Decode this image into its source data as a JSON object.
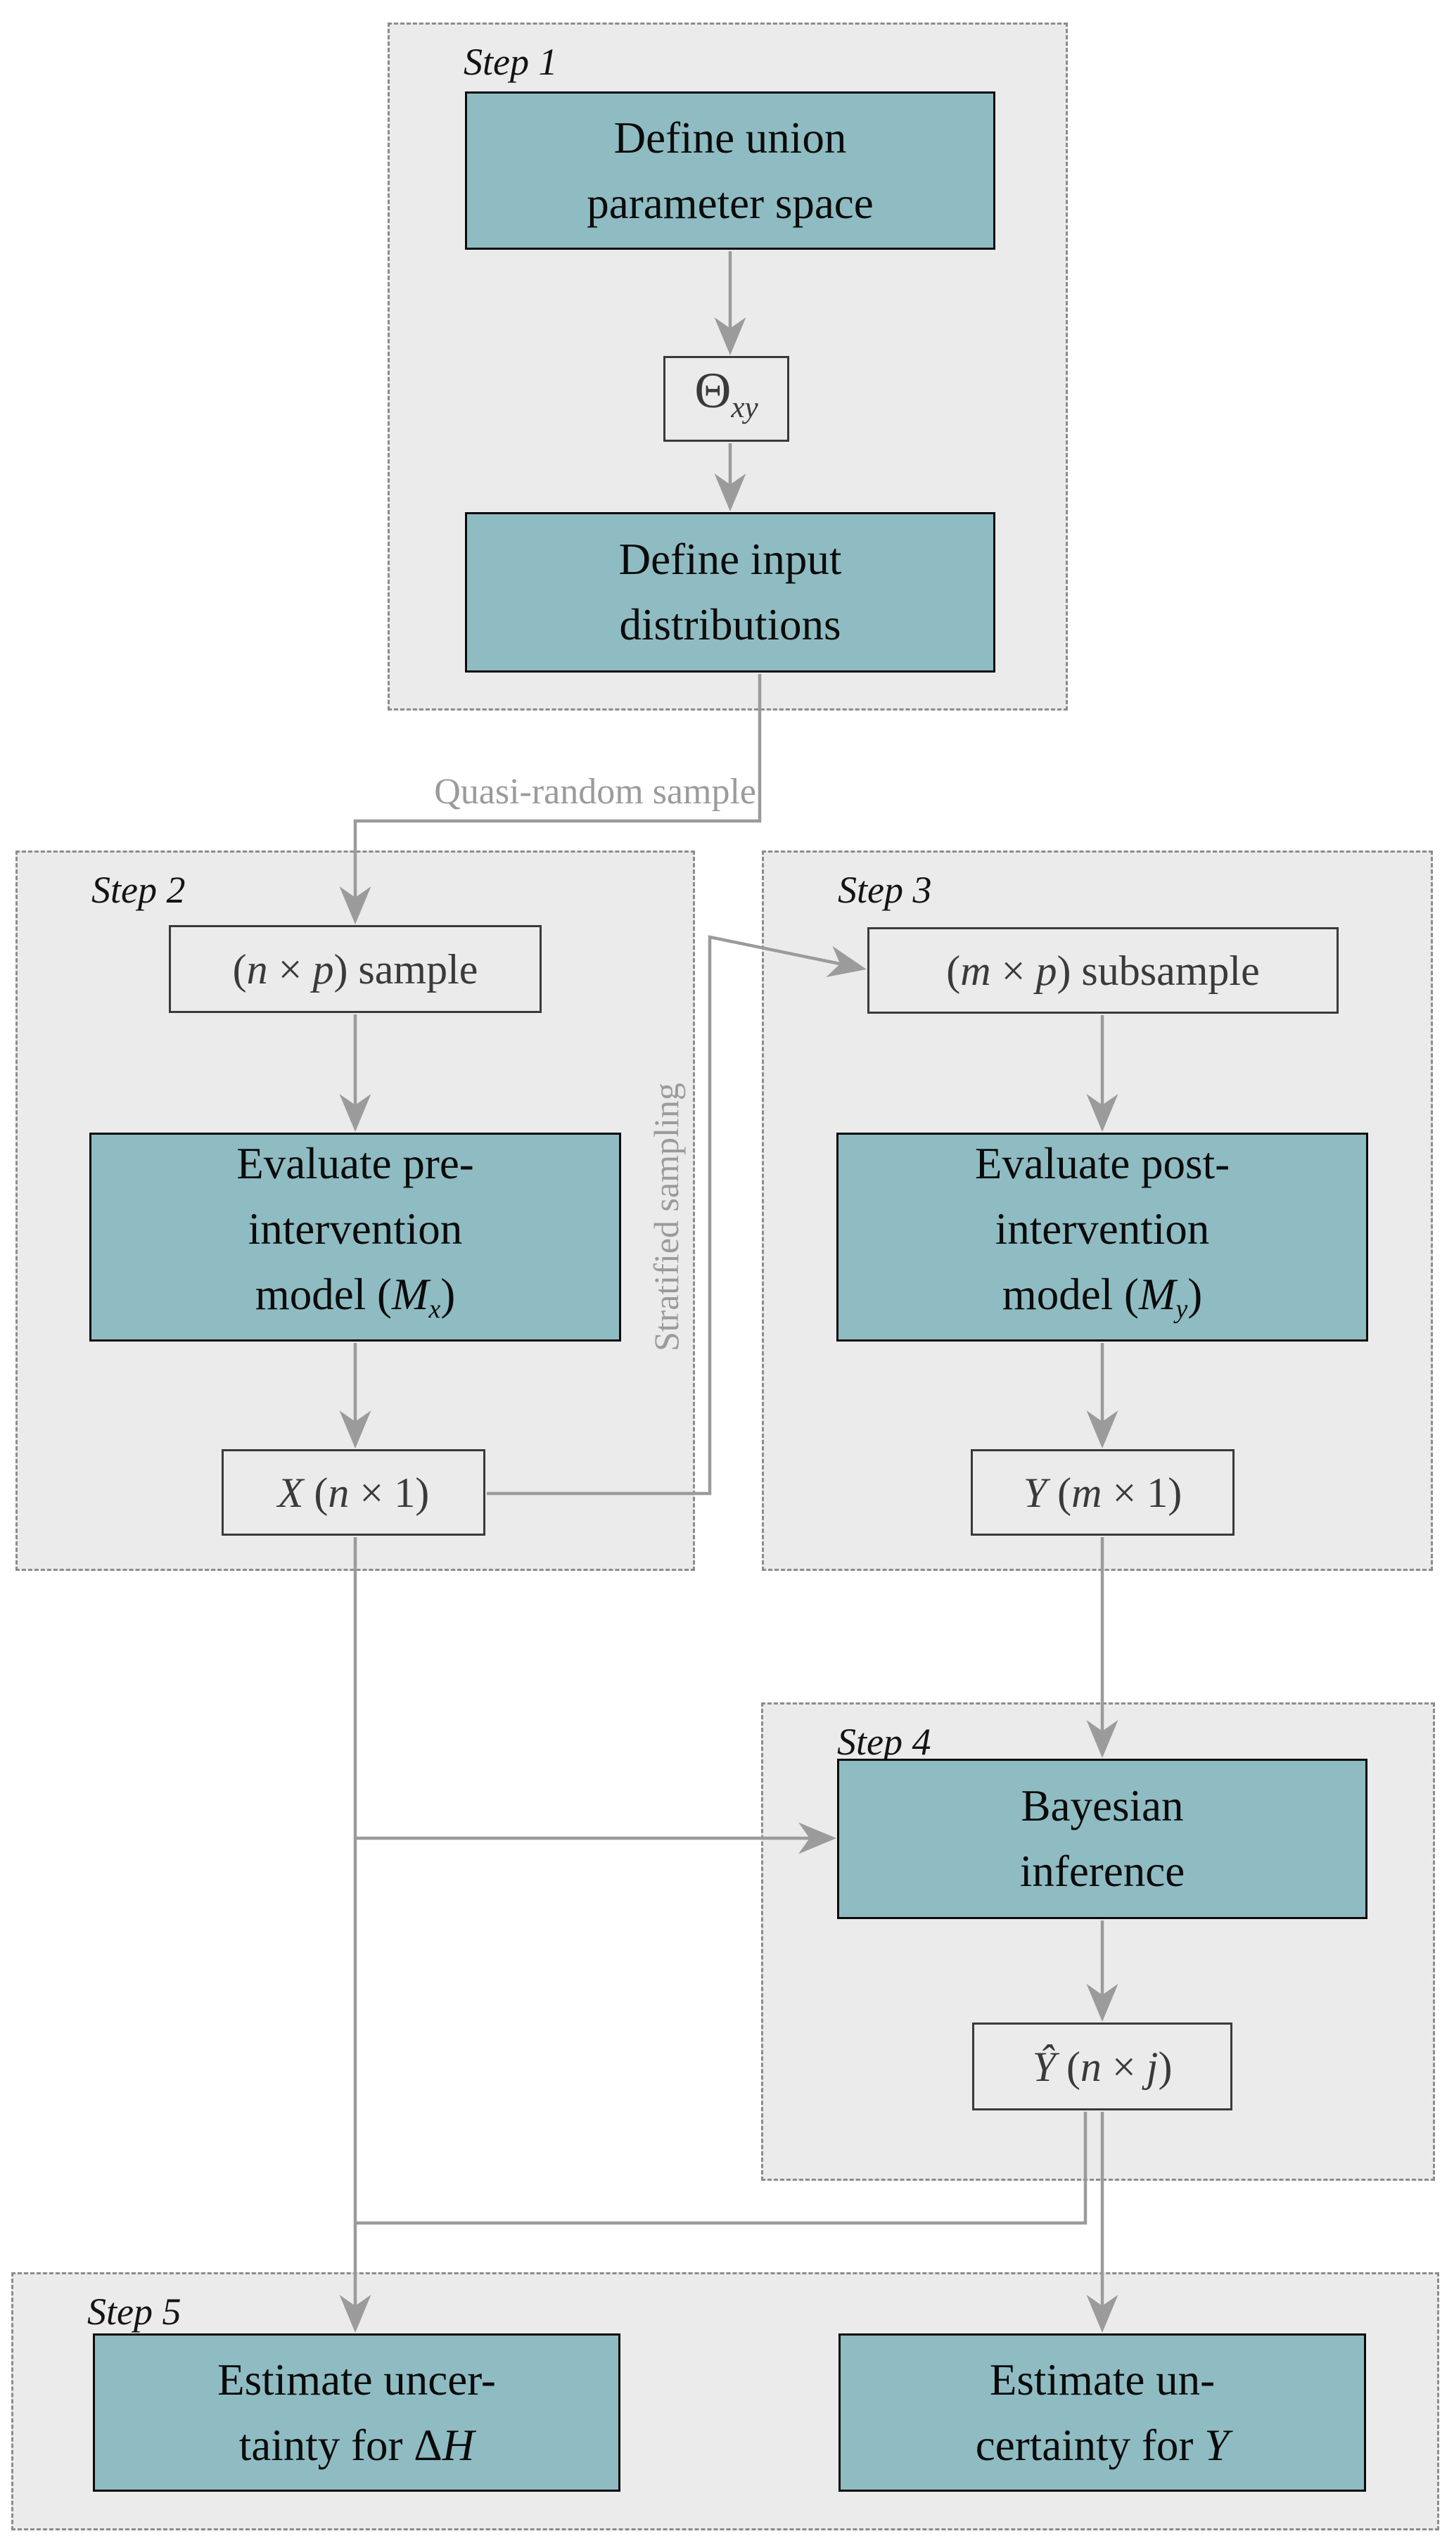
{
  "figure": {
    "type": "flowchart",
    "description": "Five-step workflow diagram for stratified Monte Carlo / Bayesian uncertainty estimation"
  },
  "colors": {
    "node_fill": "#8FBCC2",
    "node_border": "#0B0B0B",
    "panel_fill": "#EBEBEB",
    "panel_border": "#8C8C8C",
    "edge_gray": "#9B9B9B",
    "value_border": "#3A3A3A",
    "value_text": "#3A3A3A",
    "page_bg": "#FFFFFF"
  },
  "panels": {
    "step1": {
      "label": "Step 1"
    },
    "step2": {
      "label": "Step 2"
    },
    "step3": {
      "label": "Step 3"
    },
    "step4": {
      "label": "Step 4"
    },
    "step5": {
      "label": "Step 5"
    }
  },
  "nodes": {
    "define_union": {
      "lines": [
        [
          {
            "t": "Define union"
          }
        ],
        [
          {
            "t": "parameter space"
          }
        ]
      ]
    },
    "theta": {
      "lines": [
        [
          {
            "t": "Θ"
          },
          {
            "t": "xy",
            "s": "sub"
          }
        ]
      ]
    },
    "define_input": {
      "lines": [
        [
          {
            "t": "Define input"
          }
        ],
        [
          {
            "t": "distributions"
          }
        ]
      ]
    },
    "np_sample": {
      "lines": [
        [
          {
            "t": "("
          },
          {
            "t": "n",
            "s": "i"
          },
          {
            "t": " × "
          },
          {
            "t": "p",
            "s": "i"
          },
          {
            "t": ") sample"
          }
        ]
      ]
    },
    "mp_subsample": {
      "lines": [
        [
          {
            "t": "("
          },
          {
            "t": "m",
            "s": "i"
          },
          {
            "t": " × "
          },
          {
            "t": "p",
            "s": "i"
          },
          {
            "t": ") subsample"
          }
        ]
      ]
    },
    "eval_pre": {
      "lines": [
        [
          {
            "t": "Evaluate pre-"
          }
        ],
        [
          {
            "t": "intervention"
          }
        ],
        [
          {
            "t": "model ("
          },
          {
            "t": "M",
            "s": "i"
          },
          {
            "t": "x",
            "s": "sub"
          },
          {
            "t": ")"
          }
        ]
      ]
    },
    "eval_post": {
      "lines": [
        [
          {
            "t": "Evaluate post-"
          }
        ],
        [
          {
            "t": "intervention"
          }
        ],
        [
          {
            "t": "model ("
          },
          {
            "t": "M",
            "s": "i"
          },
          {
            "t": "y",
            "s": "sub"
          },
          {
            "t": ")"
          }
        ]
      ]
    },
    "x_out": {
      "lines": [
        [
          {
            "t": "X",
            "s": "i"
          },
          {
            "t": " ("
          },
          {
            "t": "n",
            "s": "i"
          },
          {
            "t": " × 1)"
          }
        ]
      ]
    },
    "y_out": {
      "lines": [
        [
          {
            "t": "Y",
            "s": "i"
          },
          {
            "t": " ("
          },
          {
            "t": "m",
            "s": "i"
          },
          {
            "t": " × 1)"
          }
        ]
      ]
    },
    "bayesian": {
      "lines": [
        [
          {
            "t": "Bayesian"
          }
        ],
        [
          {
            "t": "inference"
          }
        ]
      ]
    },
    "yhat": {
      "lines": [
        [
          {
            "t": "Ŷ",
            "s": "i"
          },
          {
            "t": " ("
          },
          {
            "t": "n",
            "s": "i"
          },
          {
            "t": " × "
          },
          {
            "t": "j",
            "s": "i"
          },
          {
            "t": ")"
          }
        ]
      ]
    },
    "uncertainty_dh": {
      "lines": [
        [
          {
            "t": "Estimate uncer-"
          }
        ],
        [
          {
            "t": "tainty for Δ"
          },
          {
            "t": "H",
            "s": "i"
          }
        ]
      ]
    },
    "uncertainty_y": {
      "lines": [
        [
          {
            "t": "Estimate un-"
          }
        ],
        [
          {
            "t": "certainty for "
          },
          {
            "t": "Y",
            "s": "i"
          }
        ]
      ]
    }
  },
  "edge_labels": {
    "quasi": "Quasi-random sample",
    "stratified": "Stratified sampling"
  }
}
